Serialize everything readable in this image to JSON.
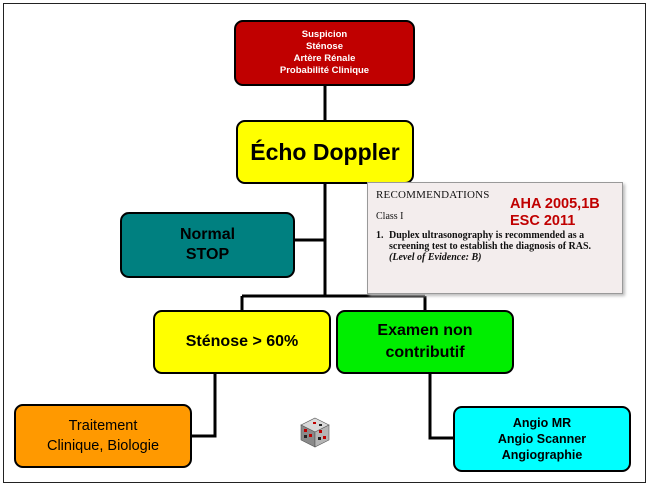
{
  "nodes": {
    "suspicion": [
      "Suspicion",
      "Sténose",
      "Artère Rénale",
      "Probabilité Clinique"
    ],
    "echo": "Écho Doppler",
    "normal": [
      "Normal",
      "STOP"
    ],
    "stenose": "Sténose > 60%",
    "examen": [
      "Examen non",
      "contributif"
    ],
    "traitement": [
      "Traitement",
      "Clinique, Biologie"
    ],
    "angio": [
      "Angio MR",
      "Angio Scanner",
      "Angiographie"
    ]
  },
  "recommendations": {
    "heading": "RECOMMENDATIONS",
    "class": "Class I",
    "item_number": "1.",
    "item_text": "Duplex ultrasonography is recommended as a screening test to establish the diagnosis of RAS.",
    "item_evidence": "(Level of Evidence: B)",
    "ref1": "AHA 2005,1B",
    "ref2": "ESC 2011"
  },
  "colors": {
    "suspicion": "#c00000",
    "echo": "#ffff00",
    "normal": "#008080",
    "stenose": "#ffff00",
    "examen": "#00ee00",
    "traitement": "#ff9900",
    "angio": "#00ffff",
    "reference_text": "#c00000"
  },
  "icons": {
    "logo": "cube-logo-icon"
  }
}
